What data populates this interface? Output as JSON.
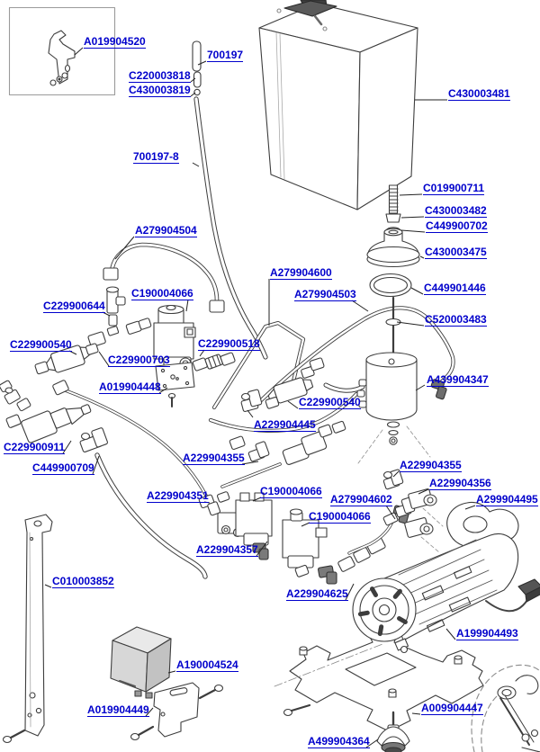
{
  "document": {
    "type": "exploded-parts-diagram",
    "subject": "Espresso machine water circuit / pump assembly parts diagram",
    "background_color": "#ffffff",
    "label_color": "#0000cc",
    "line_color": "#3d3d3d"
  },
  "parts": [
    {
      "label": "A019904520",
      "part": "top-bracket"
    },
    {
      "label": "700197",
      "part": "tube-short"
    },
    {
      "label": "C220003818",
      "part": "tube-insert"
    },
    {
      "label": "C430003819",
      "part": "tube-oring"
    },
    {
      "label": "C430003481",
      "part": "water-tank"
    },
    {
      "label": "700197-8",
      "part": "tube-long"
    },
    {
      "label": "C019900711",
      "part": "spring"
    },
    {
      "label": "C430003482",
      "part": "nut"
    },
    {
      "label": "C449900702",
      "part": "washer"
    },
    {
      "label": "C430003475",
      "part": "tank-valve-seat"
    },
    {
      "label": "A279904504",
      "part": "pipe-top"
    },
    {
      "label": "A279904600",
      "part": "pipe-middle-a"
    },
    {
      "label": "A279904503",
      "part": "pipe-middle-b"
    },
    {
      "label": "C449901446",
      "part": "o-ring"
    },
    {
      "label": "C520003483",
      "part": "valve-rod"
    },
    {
      "label": "C229900644",
      "part": "tee-fitting"
    },
    {
      "label": "C190004066",
      "part": "solenoid-valve-1"
    },
    {
      "label": "C229900540",
      "part": "filter-fitting-1"
    },
    {
      "label": "C229900703",
      "part": "fitting-703"
    },
    {
      "label": "C229900518",
      "part": "fitting-518"
    },
    {
      "label": "A019904448",
      "part": "valve-plate"
    },
    {
      "label": "A439904347",
      "part": "air-cylinder"
    },
    {
      "label": "C229900540",
      "part": "filter-fitting-2"
    },
    {
      "label": "A229904445",
      "part": "elbow-445"
    },
    {
      "label": "C229900911",
      "part": "expansion-valve"
    },
    {
      "label": "C449900709",
      "part": "elbow-709"
    },
    {
      "label": "A229904355",
      "part": "elbow-pipe-355a"
    },
    {
      "label": "A229904351",
      "part": "pipe-351"
    },
    {
      "label": "C190004066",
      "part": "solenoid-valve-2"
    },
    {
      "label": "A279904602",
      "part": "pipe-602"
    },
    {
      "label": "A229904355",
      "part": "elbow-355b"
    },
    {
      "label": "A229904356",
      "part": "fitting-356"
    },
    {
      "label": "A299904495",
      "part": "pump-clamp"
    },
    {
      "label": "C190004066",
      "part": "solenoid-valve-3"
    },
    {
      "label": "A229904357",
      "part": "fitting-block-357"
    },
    {
      "label": "A229904625",
      "part": "fitting-chain-625"
    },
    {
      "label": "A199904493",
      "part": "pump-motor"
    },
    {
      "label": "C010003852",
      "part": "support-bracket"
    },
    {
      "label": "A190004524",
      "part": "control-box"
    },
    {
      "label": "A019904449",
      "part": "control-box-bracket"
    },
    {
      "label": "A009904447",
      "part": "pump-bracket"
    },
    {
      "label": "A499904364",
      "part": "rubber-mount"
    }
  ]
}
